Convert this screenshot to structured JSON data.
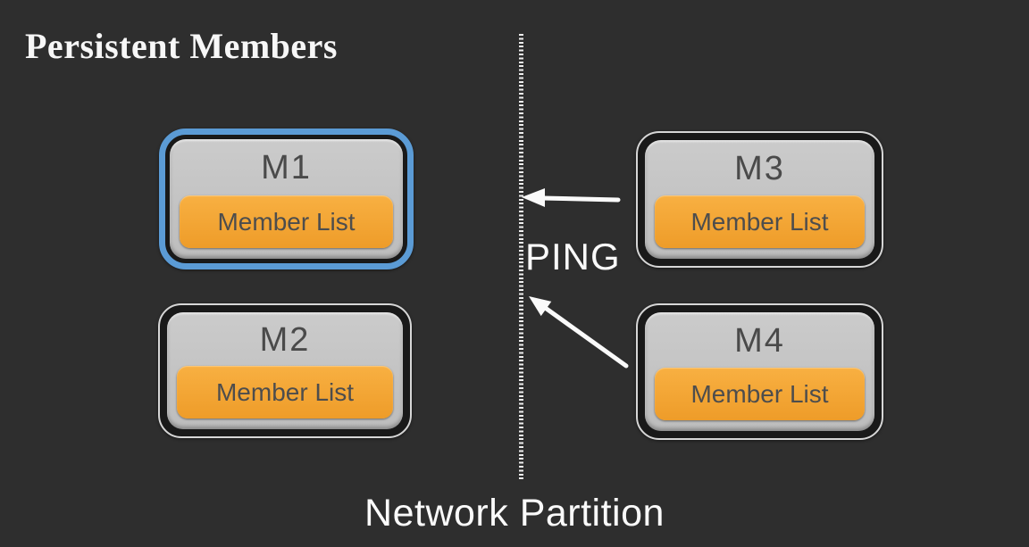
{
  "title": "Persistent Members",
  "caption": "Network Partition",
  "ping_label": "PING",
  "nodes": [
    {
      "id": "m1",
      "label": "M1",
      "member_list": "Member List",
      "highlighted": true
    },
    {
      "id": "m2",
      "label": "M2",
      "member_list": "Member List",
      "highlighted": false
    },
    {
      "id": "m3",
      "label": "M3",
      "member_list": "Member List",
      "highlighted": false
    },
    {
      "id": "m4",
      "label": "M4",
      "member_list": "Member List",
      "highlighted": false
    }
  ],
  "arrows": [
    {
      "name": "ping-arrow-from-m3",
      "from": "M3",
      "to": "partition-line"
    },
    {
      "name": "ping-arrow-from-m4",
      "from": "M4",
      "to": "partition-line"
    }
  ],
  "colors": {
    "background": "#2e2e2e",
    "highlight_blue": "#5b9bd5",
    "node_gray": "#c4c4c4",
    "member_list_orange": "#f2a33c",
    "node_text": "#4a4a4a",
    "line_and_text_white": "#fafafa"
  }
}
